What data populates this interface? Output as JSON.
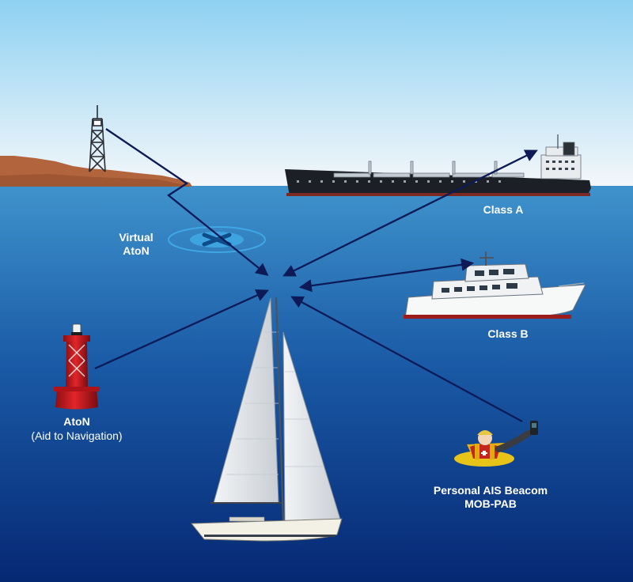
{
  "labels": {
    "virtual_aton": [
      "Virtual",
      "AtoN"
    ],
    "class_a": "Class A",
    "class_b": "Class B",
    "aton": "AtoN",
    "aton_sub": "(Aid to Navigation)",
    "beacon": [
      "Personal AIS Beacom",
      "MOB-PAB"
    ]
  },
  "colors": {
    "sky_top": "#8ed1f2",
    "sky_bottom": "#f4f7fa",
    "sea_top": "#3f93cc",
    "sea_bottom": "#062873",
    "arrow": "#0d1a57",
    "buoy_red": "#d81f24",
    "land": "#b2643c",
    "label_text": "#ffffff"
  }
}
